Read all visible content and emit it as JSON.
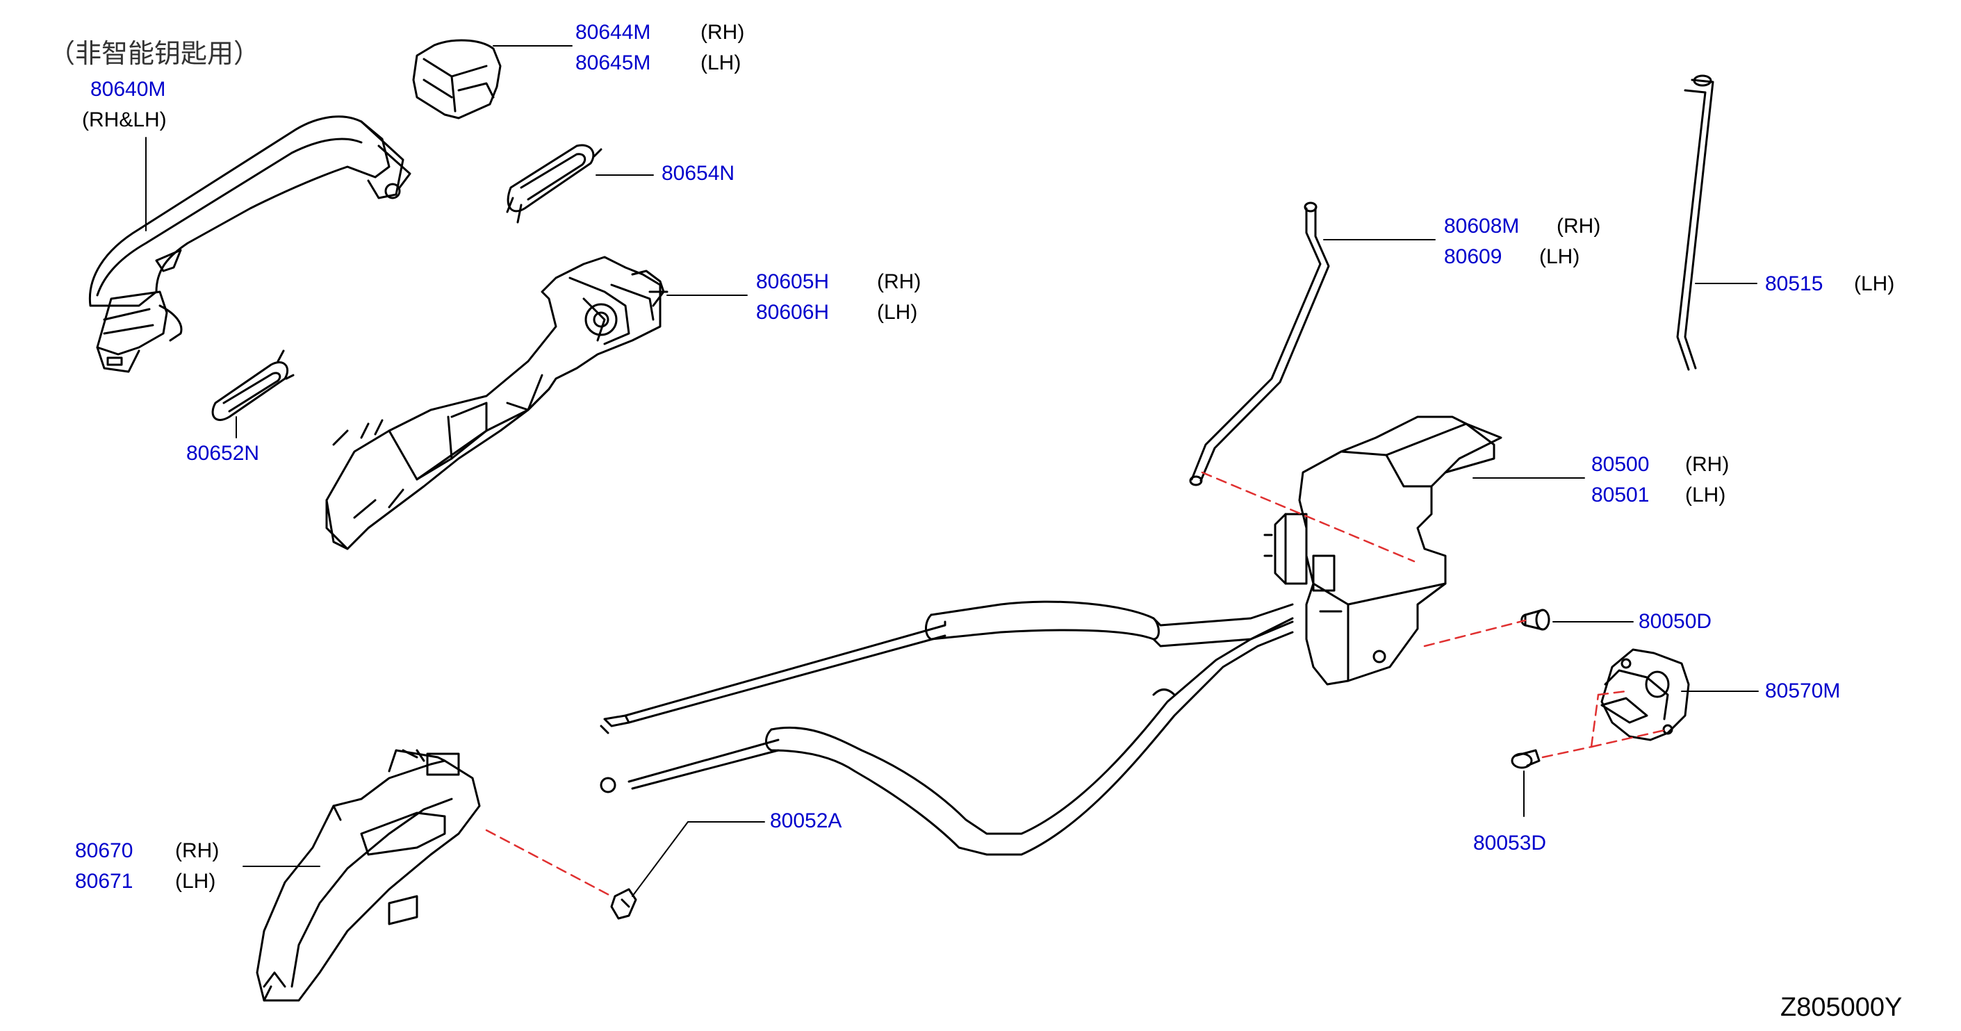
{
  "diagram": {
    "note": "（非智能钥匙用）",
    "code": "Z805000Y",
    "colors": {
      "part_number": "#0000cc",
      "line": "#000000",
      "dashed_link": "#e03030"
    },
    "parts": {
      "p80640": {
        "number": "80640M",
        "side": "(RH&LH)"
      },
      "p80644": {
        "number": "80644M",
        "side": "(RH)"
      },
      "p80645": {
        "number": "80645M",
        "side": "(LH)"
      },
      "p80654": {
        "number": "80654N"
      },
      "p80605": {
        "number": "80605H",
        "side": "(RH)"
      },
      "p80606": {
        "number": "80606H",
        "side": "(LH)"
      },
      "p80652": {
        "number": "80652N"
      },
      "p80608": {
        "number": "80608M",
        "side": "(RH)"
      },
      "p80609": {
        "number": "80609",
        "side": "(LH)"
      },
      "p80515": {
        "number": "80515",
        "side": "(LH)"
      },
      "p80500": {
        "number": "80500",
        "side": "(RH)"
      },
      "p80501": {
        "number": "80501",
        "side": "(LH)"
      },
      "p80050": {
        "number": "80050D"
      },
      "p80570": {
        "number": "80570M"
      },
      "p80053": {
        "number": "80053D"
      },
      "p80052": {
        "number": "80052A"
      },
      "p80670": {
        "number": "80670",
        "side": "(RH)"
      },
      "p80671": {
        "number": "80671",
        "side": "(LH)"
      }
    }
  }
}
